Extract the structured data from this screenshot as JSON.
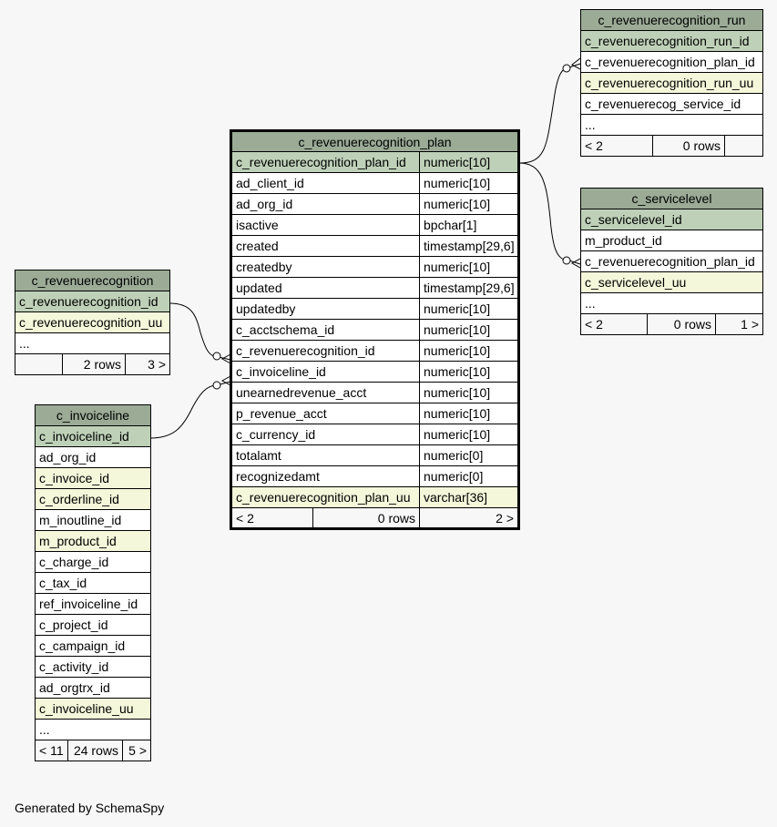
{
  "main": {
    "title": "c_revenuerecognition_plan",
    "columns": [
      {
        "name": "c_revenuerecognition_plan_id",
        "type": "numeric[10]"
      },
      {
        "name": "ad_client_id",
        "type": "numeric[10]"
      },
      {
        "name": "ad_org_id",
        "type": "numeric[10]"
      },
      {
        "name": "isactive",
        "type": "bpchar[1]"
      },
      {
        "name": "created",
        "type": "timestamp[29,6]"
      },
      {
        "name": "createdby",
        "type": "numeric[10]"
      },
      {
        "name": "updated",
        "type": "timestamp[29,6]"
      },
      {
        "name": "updatedby",
        "type": "numeric[10]"
      },
      {
        "name": "c_acctschema_id",
        "type": "numeric[10]"
      },
      {
        "name": "c_revenuerecognition_id",
        "type": "numeric[10]"
      },
      {
        "name": "c_invoiceline_id",
        "type": "numeric[10]"
      },
      {
        "name": "unearnedrevenue_acct",
        "type": "numeric[10]"
      },
      {
        "name": "p_revenue_acct",
        "type": "numeric[10]"
      },
      {
        "name": "c_currency_id",
        "type": "numeric[10]"
      },
      {
        "name": "totalamt",
        "type": "numeric[0]"
      },
      {
        "name": "recognizedamt",
        "type": "numeric[0]"
      },
      {
        "name": "c_revenuerecognition_plan_uu",
        "type": "varchar[36]"
      }
    ],
    "footer": {
      "left": "< 2",
      "mid": "0 rows",
      "right": "2 >"
    }
  },
  "run": {
    "title": "c_revenuerecognition_run",
    "columns": [
      "c_revenuerecognition_run_id",
      "c_revenuerecognition_plan_id",
      "c_revenuerecognition_run_uu",
      "c_revenuerecog_service_id",
      "..."
    ],
    "footer": {
      "left": "< 2",
      "mid": "0 rows",
      "right": ""
    }
  },
  "service": {
    "title": "c_servicelevel",
    "columns": [
      "c_servicelevel_id",
      "m_product_id",
      "c_revenuerecognition_plan_id",
      "c_servicelevel_uu",
      "..."
    ],
    "footer": {
      "left": "< 2",
      "mid": "0 rows",
      "right": "1 >"
    }
  },
  "rr": {
    "title": "c_revenuerecognition",
    "columns": [
      "c_revenuerecognition_id",
      "c_revenuerecognition_uu",
      "..."
    ],
    "footer": {
      "left": "",
      "mid": "2 rows",
      "right": "3 >"
    }
  },
  "inv": {
    "title": "c_invoiceline",
    "columns": [
      "c_invoiceline_id",
      "ad_org_id",
      "c_invoice_id",
      "c_orderline_id",
      "m_inoutline_id",
      "m_product_id",
      "c_charge_id",
      "c_tax_id",
      "ref_invoiceline_id",
      "c_project_id",
      "c_campaign_id",
      "c_activity_id",
      "ad_orgtrx_id",
      "c_invoiceline_uu",
      "..."
    ],
    "footer": {
      "left": "< 11",
      "mid": "24 rows",
      "right": "5 >"
    }
  },
  "footer_text": "Generated by SchemaSpy"
}
